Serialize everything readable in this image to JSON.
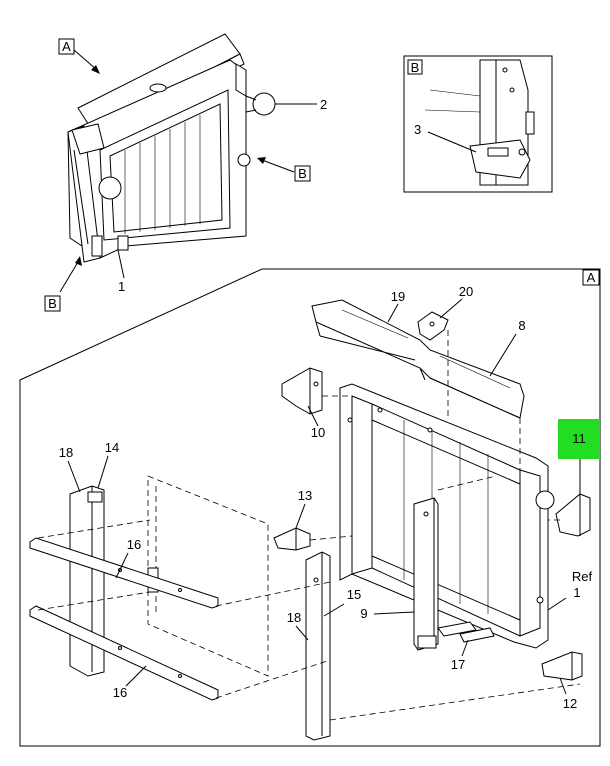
{
  "view_labels": {
    "a": "A",
    "b": "B"
  },
  "callouts": {
    "c1": "1",
    "c2": "2",
    "c3": "3",
    "c8": "8",
    "c9": "9",
    "c10": "10",
    "c11": "11",
    "c12": "12",
    "c13": "13",
    "c14": "14",
    "c15": "15",
    "c16": "16",
    "c17": "17",
    "c18": "18",
    "c19": "19",
    "c20": "20",
    "ref": "Ref"
  },
  "colors": {
    "highlight": "#22dd22",
    "line": "#000000",
    "background": "#ffffff"
  }
}
